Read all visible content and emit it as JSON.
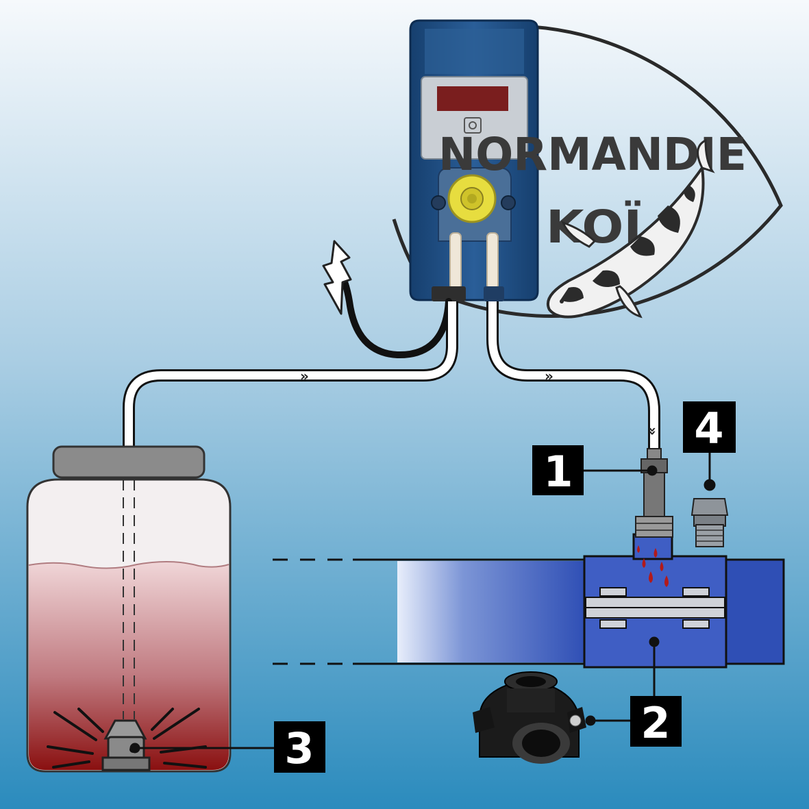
{
  "logo": {
    "line1": "NORMANDIE",
    "line2": "KOÏ"
  },
  "callouts": [
    {
      "id": "1",
      "label": "1"
    },
    {
      "id": "2",
      "label": "2"
    },
    {
      "id": "3",
      "label": "3"
    },
    {
      "id": "4",
      "label": "4"
    }
  ],
  "colors": {
    "background_top": "#f4f8fb",
    "background_bottom": "#2e8dbd",
    "pump_body": "#1d4f86",
    "pipe_blue": "#2f4fb5",
    "liquid_red": "#8e1414",
    "tube_white": "#ffffff",
    "callout_box": "#000000"
  },
  "icons": [
    "lightning-icon",
    "koi-fish-icon",
    "tank-icon",
    "pump-icon"
  ]
}
